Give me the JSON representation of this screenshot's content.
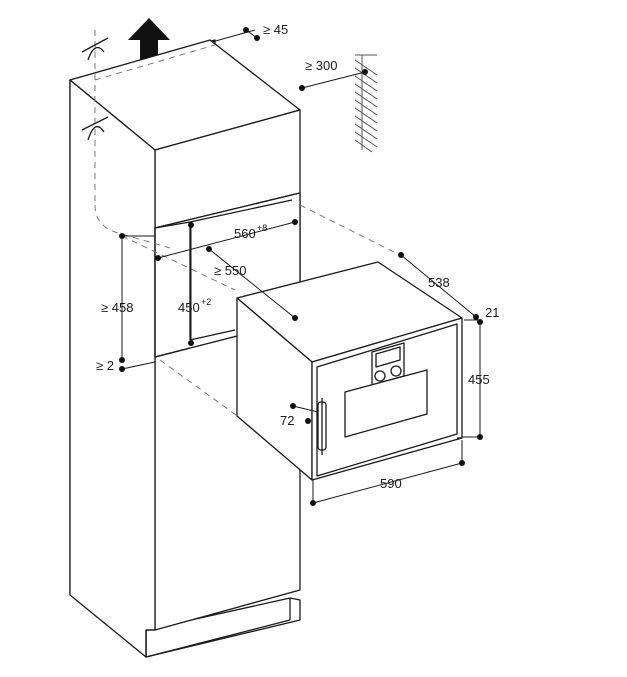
{
  "dimensions": {
    "top_rear_gap": "≥ 45",
    "wall_clearance": "≥ 300",
    "niche_width": "560",
    "niche_width_tol": "+8",
    "niche_depth": "≥ 550",
    "niche_front_height": "≥ 458",
    "niche_height": "450",
    "niche_height_tol": "+2",
    "bottom_gap": "≥ 2",
    "oven_depth": "538",
    "front_panel_depth": "21",
    "oven_height": "455",
    "handle_depth": "72",
    "oven_width": "590"
  },
  "icons": {
    "airflow": "arrow-up-icon",
    "wall": "hatched-wall-icon",
    "cut": "cut-line-icon"
  }
}
